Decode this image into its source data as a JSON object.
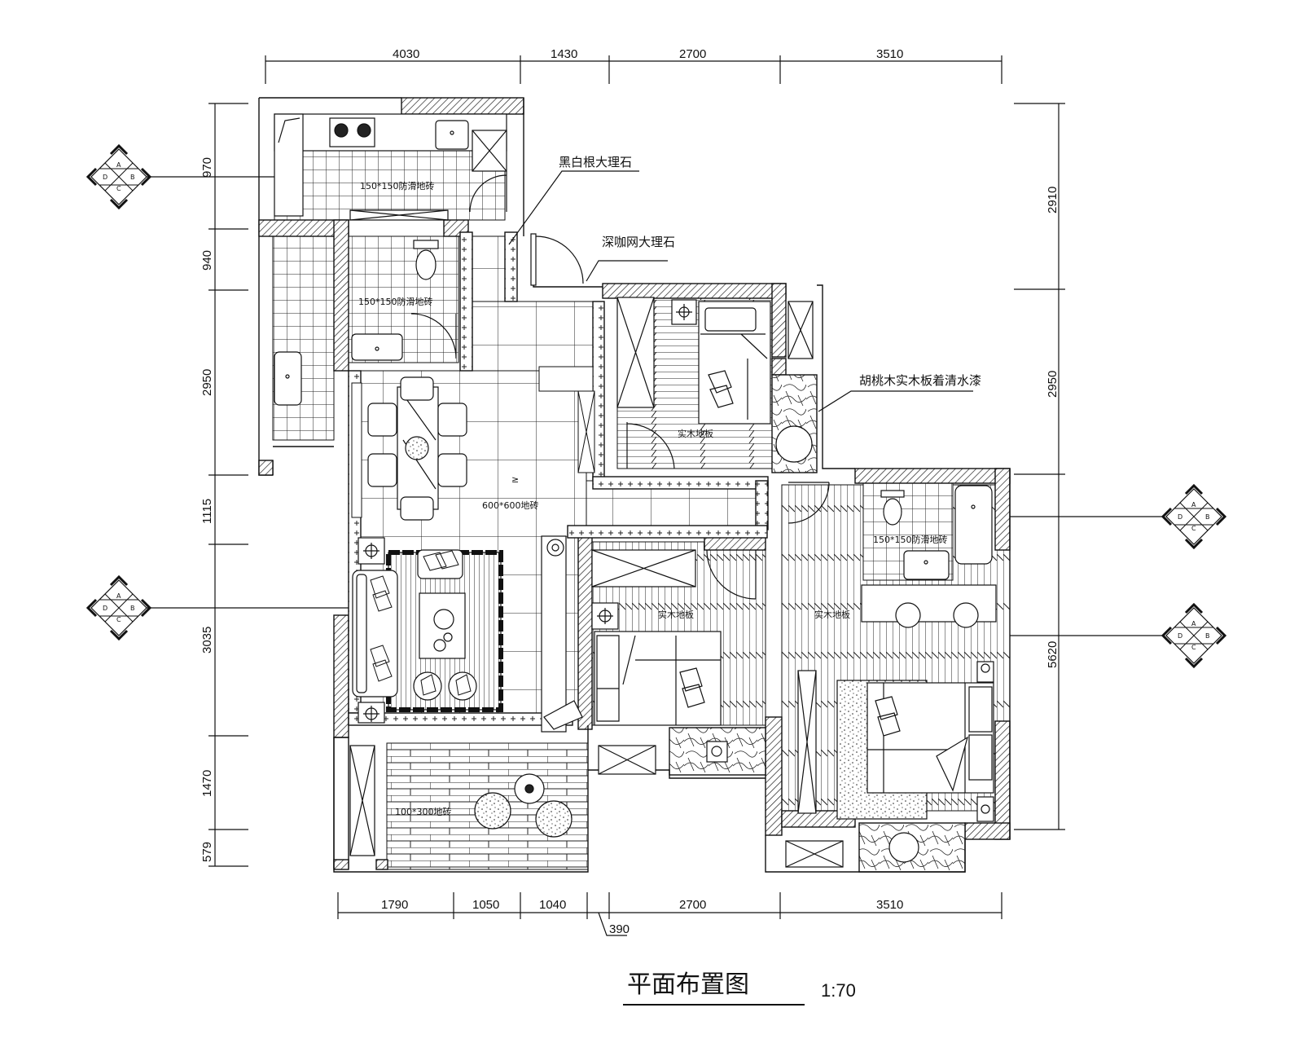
{
  "drawing": {
    "title": "平面布置图",
    "scale": "1:70"
  },
  "dimensions": {
    "top": [
      "4030",
      "1430",
      "2700",
      "3510"
    ],
    "bottom": [
      "1790",
      "1050",
      "1040",
      "2700",
      "3510"
    ],
    "bottom_leader": "390",
    "left": [
      "970",
      "940",
      "2950",
      "1115",
      "3035",
      "1470",
      "579"
    ],
    "right": [
      "2910",
      "2950",
      "5620"
    ]
  },
  "annotations": {
    "black_white_marble": "黑白根大理石",
    "dark_coffee_marble": "深咖网大理石",
    "walnut_wood": "胡桃木实木板着清水漆"
  },
  "floor_labels": {
    "kitchen_tile": "150*150防滑地砖",
    "bath1_tile": "150*150防滑地砖",
    "bath2_tile": "150*150防滑地砖",
    "living_tile": "600*600地砖",
    "balcony_tile": "100*300地砖",
    "bedroom1_floor": "实木地板",
    "bedroom2_floor": "实木地板",
    "master_floor": "实木地板"
  },
  "elevation_index": {
    "letters": [
      "A",
      "B",
      "C",
      "D"
    ]
  },
  "colors": {
    "line": "#111111",
    "background": "#ffffff",
    "hatch": "#333333"
  }
}
